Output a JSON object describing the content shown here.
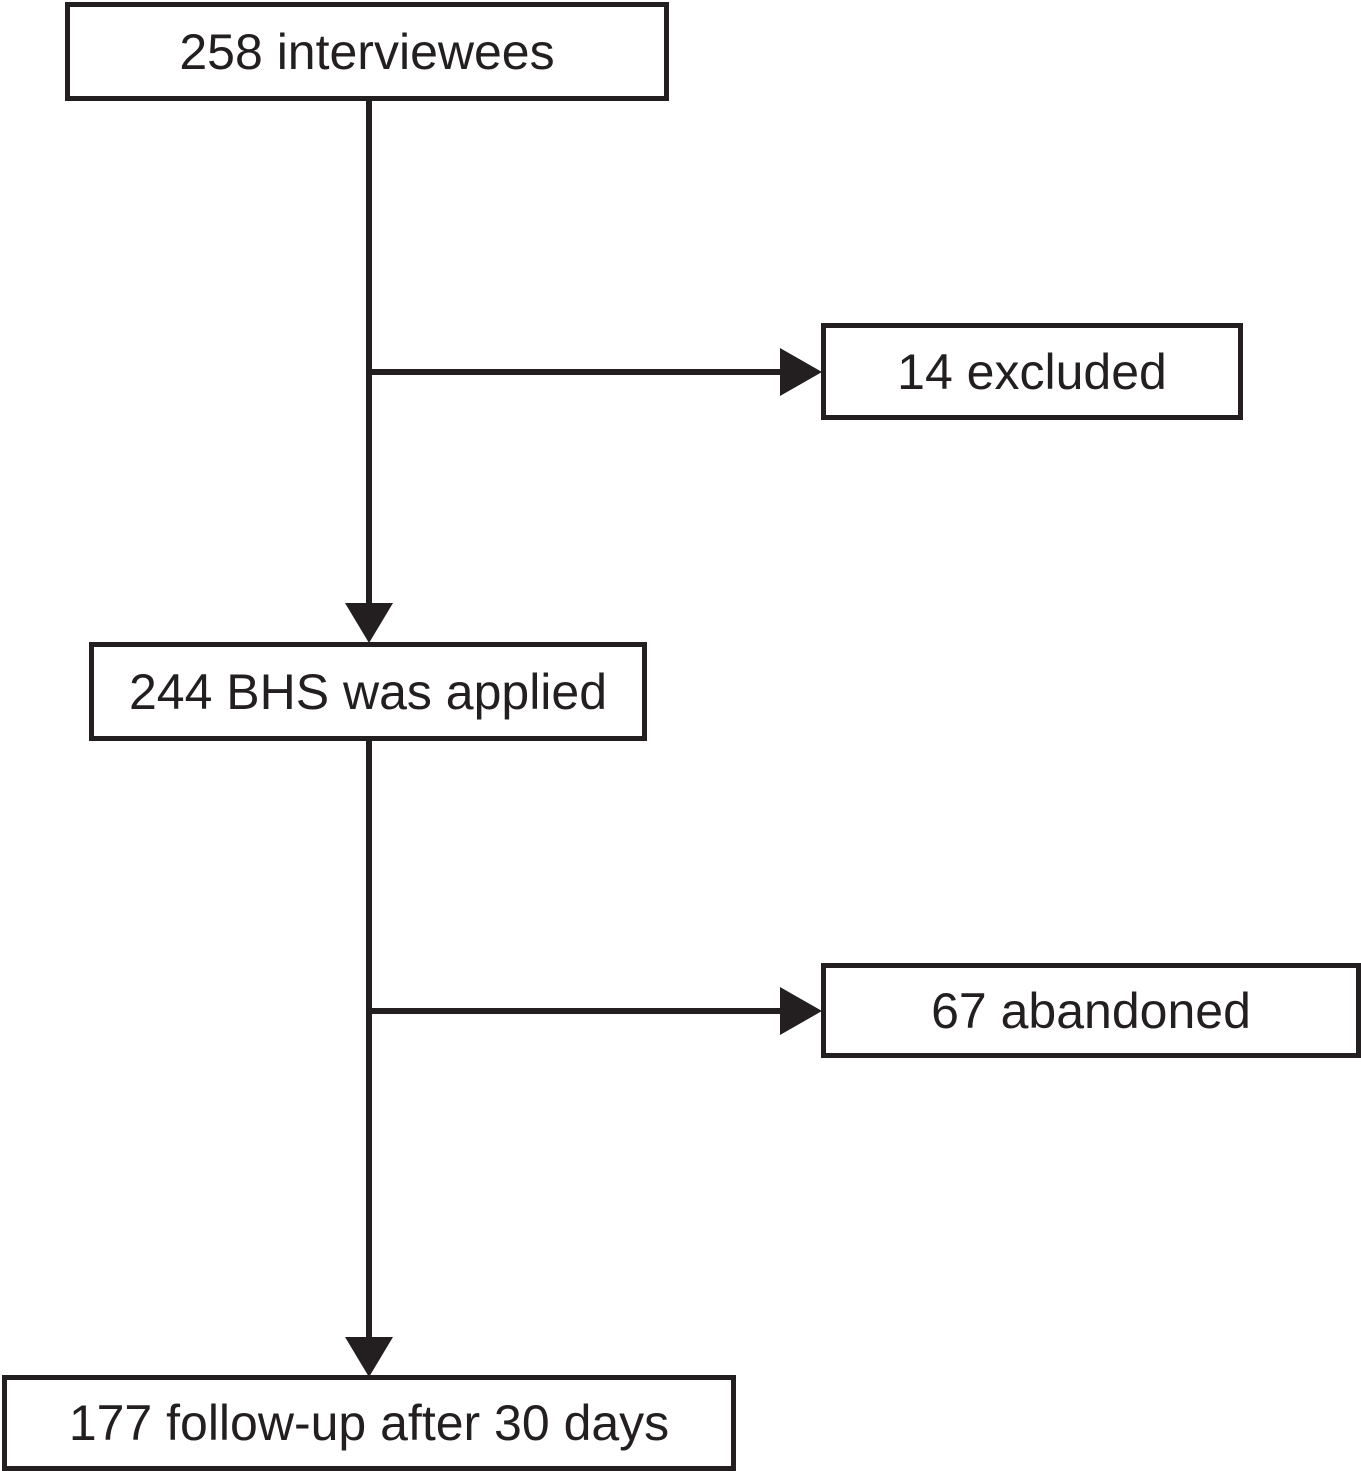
{
  "flowchart": {
    "nodes": {
      "interviewees": "258 interviewees",
      "excluded": "14 excluded",
      "bhs_applied": "244 BHS was applied",
      "abandoned": "67 abandoned",
      "follow_up": "177 follow-up after 30 days"
    },
    "colors": {
      "line": "#231f20",
      "box_border": "#231f20",
      "background": "#ffffff"
    }
  }
}
